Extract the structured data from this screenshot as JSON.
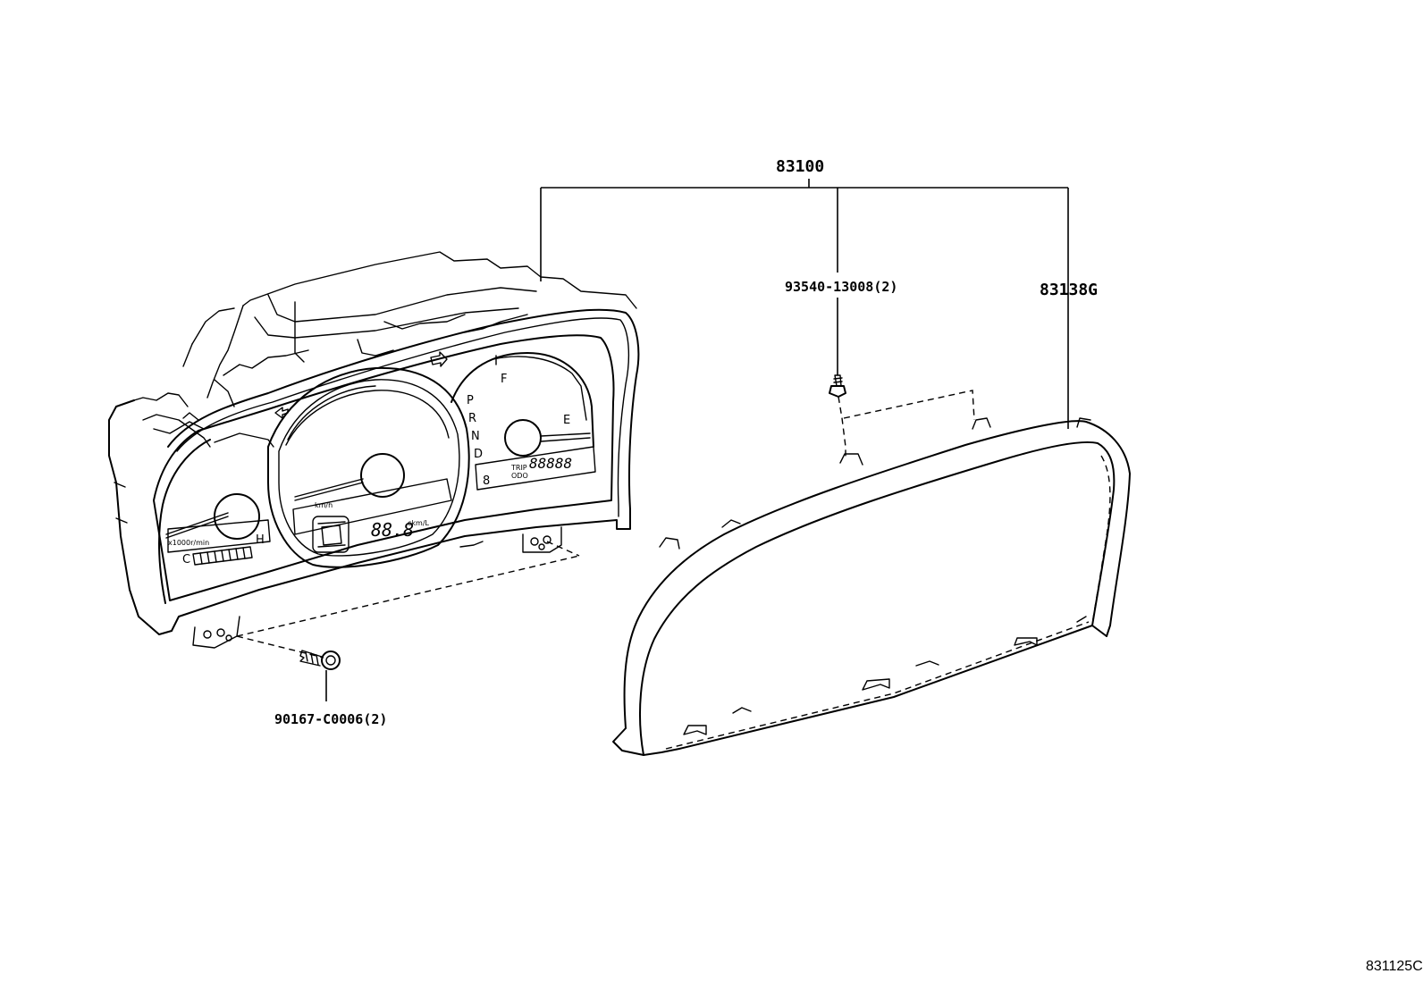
{
  "callouts": {
    "assembly": "83100",
    "lens": "83138G",
    "upper_screw": "93540-13008(2)",
    "lower_screw": "90167-C0006(2)"
  },
  "gauge_markings": {
    "fuel_full": "F",
    "fuel_empty": "E",
    "shift_p": "P",
    "shift_r": "R",
    "shift_n": "N",
    "shift_d": "D",
    "temp_cold": "C",
    "temp_hot": "H",
    "tach_unit": "x1000r/min",
    "speed_unit": "km/h",
    "lcd_value": "88.8",
    "lcd_unit": "ckm/L",
    "odo_value": "88888",
    "trip_label": "TRIP",
    "odo_label": "ODO",
    "gear_digit": "8"
  },
  "footer": {
    "illustration_code": "831125C"
  }
}
